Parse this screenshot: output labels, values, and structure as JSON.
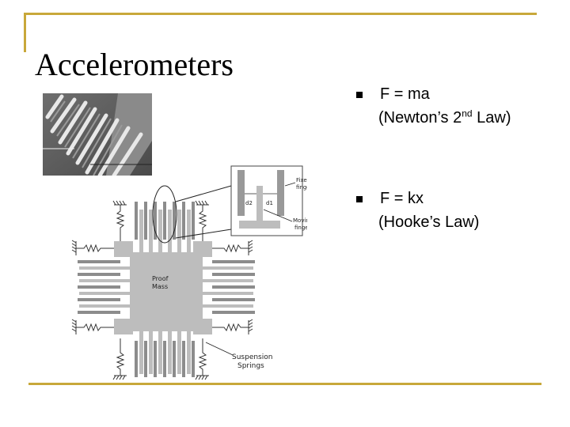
{
  "slide": {
    "title": "Accelerometers",
    "bullets": [
      {
        "line1": "F = ma",
        "line2_before": "(Newton’s 2",
        "line2_sup": "nd",
        "line2_after": " Law)"
      },
      {
        "line1": "F = kx",
        "line2": "(Hooke’s Law)"
      }
    ]
  },
  "diagram": {
    "labels": {
      "fixed": [
        "Fixed",
        "fingers"
      ],
      "moving": [
        "Moving",
        "finger"
      ],
      "d2": "d2",
      "d1": "d1",
      "proof": [
        "Proof",
        "Mass"
      ],
      "springs": [
        "Suspension",
        "Springs"
      ]
    }
  },
  "colors": {
    "accent": "#c8a83a",
    "structure": "#bdbdbd"
  },
  "icons": {
    "bullet": "square-bullet-icon"
  }
}
